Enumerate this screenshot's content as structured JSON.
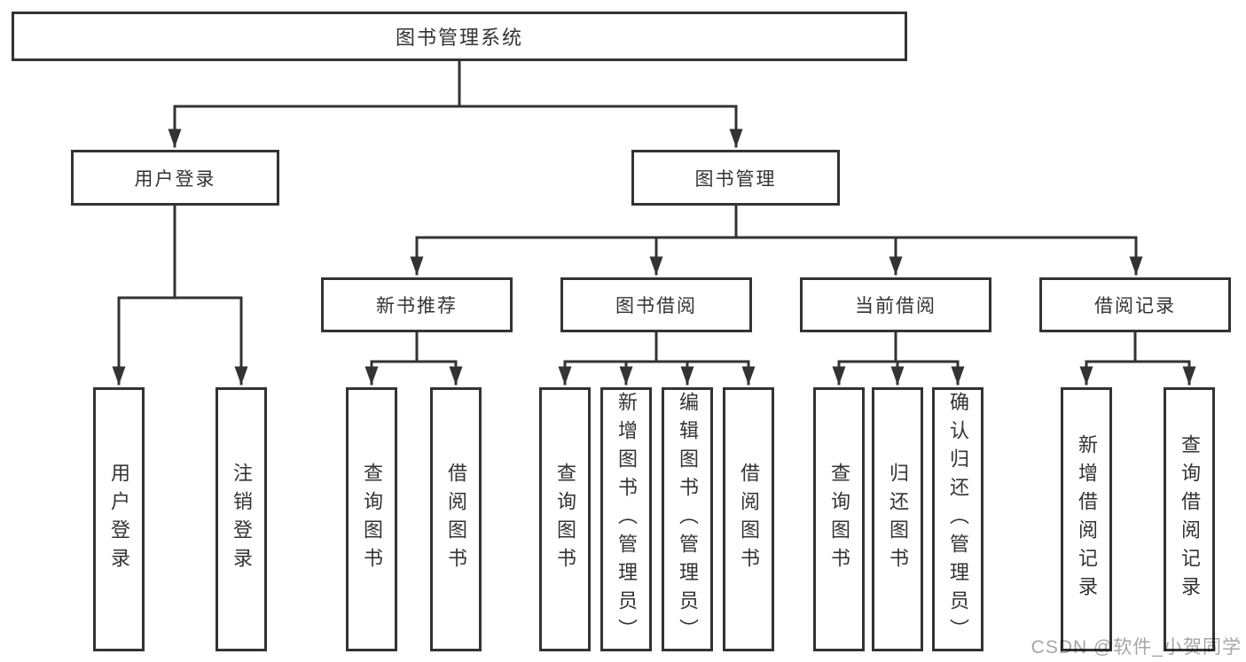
{
  "diagram_type": "hierarchy-tree",
  "colors": {
    "line": "#333333",
    "box_border": "#333333",
    "text": "#333333",
    "background": "#ffffff",
    "watermark": "#a6a6a6"
  },
  "tree": {
    "label": "图书管理系统",
    "children": [
      {
        "label": "用户登录",
        "children": [
          {
            "label": "用户登录"
          },
          {
            "label": "注销登录"
          }
        ]
      },
      {
        "label": "图书管理",
        "children": [
          {
            "label": "新书推荐",
            "children": [
              {
                "label": "查询图书"
              },
              {
                "label": "借阅图书"
              }
            ]
          },
          {
            "label": "图书借阅",
            "children": [
              {
                "label": "查询图书"
              },
              {
                "label": "新增图书（管理员）"
              },
              {
                "label": "编辑图书（管理员）"
              },
              {
                "label": "借阅图书"
              }
            ]
          },
          {
            "label": "当前借阅",
            "children": [
              {
                "label": "查询图书"
              },
              {
                "label": "归还图书"
              },
              {
                "label": "确认归还（管理员）"
              }
            ]
          },
          {
            "label": "借阅记录",
            "children": [
              {
                "label": "新增借阅记录"
              },
              {
                "label": "查询借阅记录"
              }
            ]
          }
        ]
      }
    ]
  },
  "watermark": {
    "text": "CSDN @软件_小贺同学"
  }
}
